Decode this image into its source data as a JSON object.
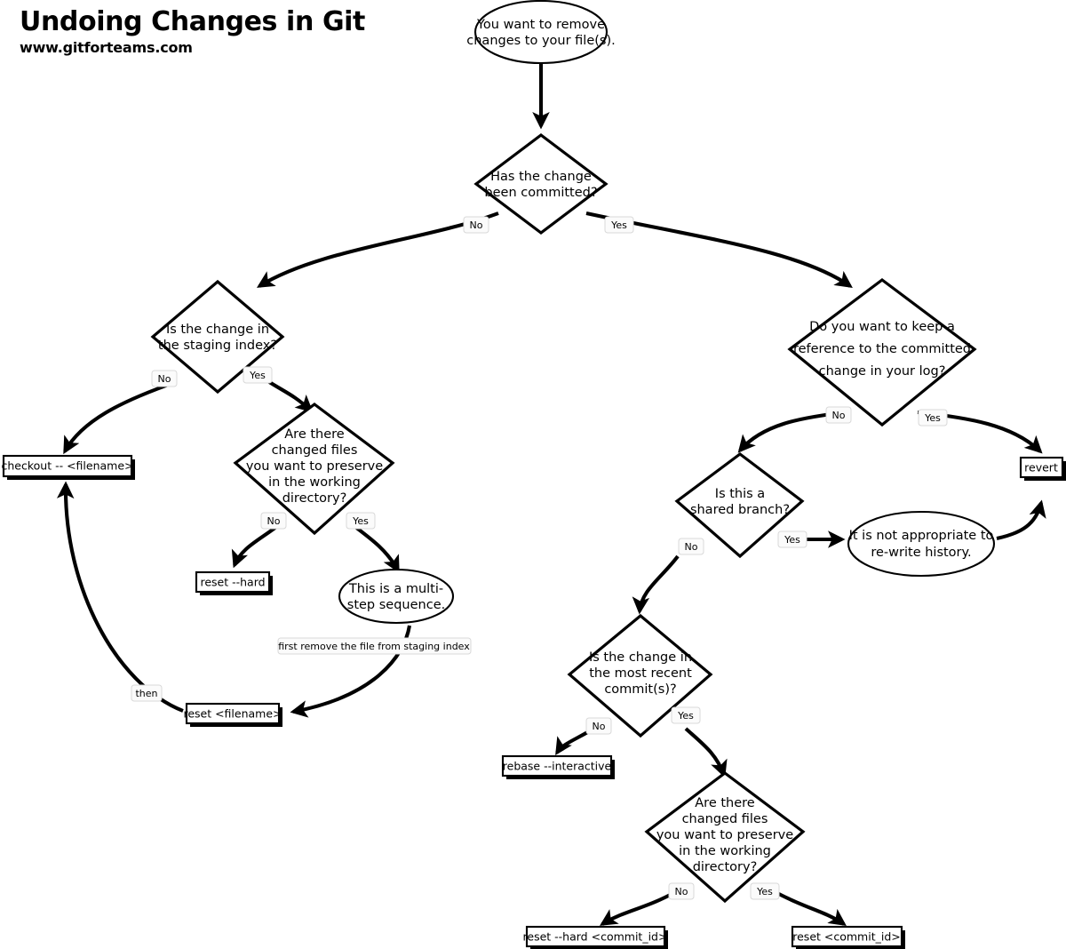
{
  "header": {
    "title": "Undoing Changes in Git",
    "subtitle": "www.gitforteams.com"
  },
  "chart_data": {
    "type": "diagram",
    "title": "Undoing Changes in Git",
    "subtitle": "www.gitforteams.com",
    "diagram_kind": "flowchart",
    "nodes": [
      {
        "id": "start",
        "shape": "ellipse",
        "text": "You want to remove changes to your file(s)."
      },
      {
        "id": "q_committed",
        "shape": "diamond",
        "text": "Has the change been committed?"
      },
      {
        "id": "q_staging",
        "shape": "diamond",
        "text": "Is the change in the staging index?"
      },
      {
        "id": "q_keep_ref",
        "shape": "diamond",
        "text": "Do you want to keep a reference to the committed change in your log?"
      },
      {
        "id": "cmd_checkout",
        "shape": "box",
        "text": "checkout -- <filename>"
      },
      {
        "id": "q_preserve_left",
        "shape": "diamond",
        "text": "Are there changed files you want to preserve in the working directory?"
      },
      {
        "id": "cmd_reset_hard",
        "shape": "box",
        "text": "reset --hard"
      },
      {
        "id": "multi_step",
        "shape": "ellipse",
        "text": "This is a multi-step sequence."
      },
      {
        "id": "cmd_reset_filename",
        "shape": "box",
        "text": "reset <filename>"
      },
      {
        "id": "q_shared",
        "shape": "diamond",
        "text": "Is this a shared branch?"
      },
      {
        "id": "note_rewrite",
        "shape": "ellipse",
        "text": "It is not appropriate to re-write history."
      },
      {
        "id": "cmd_revert",
        "shape": "box",
        "text": "revert"
      },
      {
        "id": "q_recent",
        "shape": "diamond",
        "text": "Is the change in the most recent commit(s)?"
      },
      {
        "id": "cmd_rebase",
        "shape": "box",
        "text": "rebase --interactive"
      },
      {
        "id": "q_preserve_right",
        "shape": "diamond",
        "text": "Are there changed files you want to preserve in the working directory?"
      },
      {
        "id": "cmd_reset_hard_commit",
        "shape": "box",
        "text": "reset --hard <commit_id>"
      },
      {
        "id": "cmd_reset_commit",
        "shape": "box",
        "text": "reset <commit_id>"
      }
    ],
    "edges": [
      {
        "from": "start",
        "to": "q_committed",
        "label": ""
      },
      {
        "from": "q_committed",
        "to": "q_staging",
        "label": "No"
      },
      {
        "from": "q_committed",
        "to": "q_keep_ref",
        "label": "Yes"
      },
      {
        "from": "q_staging",
        "to": "cmd_checkout",
        "label": "No"
      },
      {
        "from": "q_staging",
        "to": "q_preserve_left",
        "label": "Yes"
      },
      {
        "from": "q_preserve_left",
        "to": "cmd_reset_hard",
        "label": "No"
      },
      {
        "from": "q_preserve_left",
        "to": "multi_step",
        "label": "Yes"
      },
      {
        "from": "multi_step",
        "to": "cmd_reset_filename",
        "label": "first remove the file from staging index"
      },
      {
        "from": "cmd_reset_filename",
        "to": "cmd_checkout",
        "label": "then"
      },
      {
        "from": "q_keep_ref",
        "to": "q_shared",
        "label": "No"
      },
      {
        "from": "q_keep_ref",
        "to": "cmd_revert",
        "label": "Yes"
      },
      {
        "from": "q_shared",
        "to": "note_rewrite",
        "label": "Yes"
      },
      {
        "from": "note_rewrite",
        "to": "cmd_revert",
        "label": ""
      },
      {
        "from": "q_shared",
        "to": "q_recent",
        "label": "No"
      },
      {
        "from": "q_recent",
        "to": "cmd_rebase",
        "label": "No"
      },
      {
        "from": "q_recent",
        "to": "q_preserve_right",
        "label": "Yes"
      },
      {
        "from": "q_preserve_right",
        "to": "cmd_reset_hard_commit",
        "label": "No"
      },
      {
        "from": "q_preserve_right",
        "to": "cmd_reset_commit",
        "label": "Yes"
      }
    ]
  },
  "nodes": {
    "start": {
      "line1": "You want to remove",
      "line2": "changes to your file(s)."
    },
    "q_committed": {
      "line1": "Has the change",
      "line2": "been committed?"
    },
    "q_staging": {
      "line1": "Is the change in",
      "line2": "the staging index?"
    },
    "q_keep_ref": {
      "line1": "Do you want to keep a",
      "line2": "reference to the committed",
      "line3": "change in your log?"
    },
    "cmd_checkout": {
      "text": "checkout -- <filename>"
    },
    "q_preserve_left": {
      "line1": "Are there",
      "line2": "changed files",
      "line3": "you want to preserve",
      "line4": "in the working",
      "line5": "directory?"
    },
    "cmd_reset_hard": {
      "text": "reset --hard"
    },
    "multi_step": {
      "line1": "This is a multi-",
      "line2": "step sequence."
    },
    "cmd_reset_filename": {
      "text": "reset <filename>"
    },
    "q_shared": {
      "line1": "Is this a",
      "line2": "shared branch?"
    },
    "note_rewrite": {
      "line1": "It is not appropriate to",
      "line2": "re-write history."
    },
    "cmd_revert": {
      "text": "revert"
    },
    "q_recent": {
      "line1": "Is the change in",
      "line2": "the most recent",
      "line3": "commit(s)?"
    },
    "cmd_rebase": {
      "text": "rebase --interactive"
    },
    "q_preserve_right": {
      "line1": "Are there",
      "line2": "changed files",
      "line3": "you want to preserve",
      "line4": "in the working",
      "line5": "directory?"
    },
    "cmd_reset_hard_commit": {
      "text": "reset --hard <commit_id>"
    },
    "cmd_reset_commit": {
      "text": "reset <commit_id>"
    }
  },
  "labels": {
    "committed_no": "No",
    "committed_yes": "Yes",
    "staging_no": "No",
    "staging_yes": "Yes",
    "keepref_no": "No",
    "keepref_yes": "Yes",
    "preserve_left_no": "No",
    "preserve_left_yes": "Yes",
    "shared_no": "No",
    "shared_yes": "Yes",
    "recent_no": "No",
    "recent_yes": "Yes",
    "preserve_right_no": "No",
    "preserve_right_yes": "Yes",
    "first_remove": "first remove the file from staging index",
    "then": "then"
  },
  "colors": {
    "stroke": "#000000",
    "fill": "#ffffff",
    "label_fill": "#fbfbfb",
    "label_border": "#d8d8d8"
  }
}
